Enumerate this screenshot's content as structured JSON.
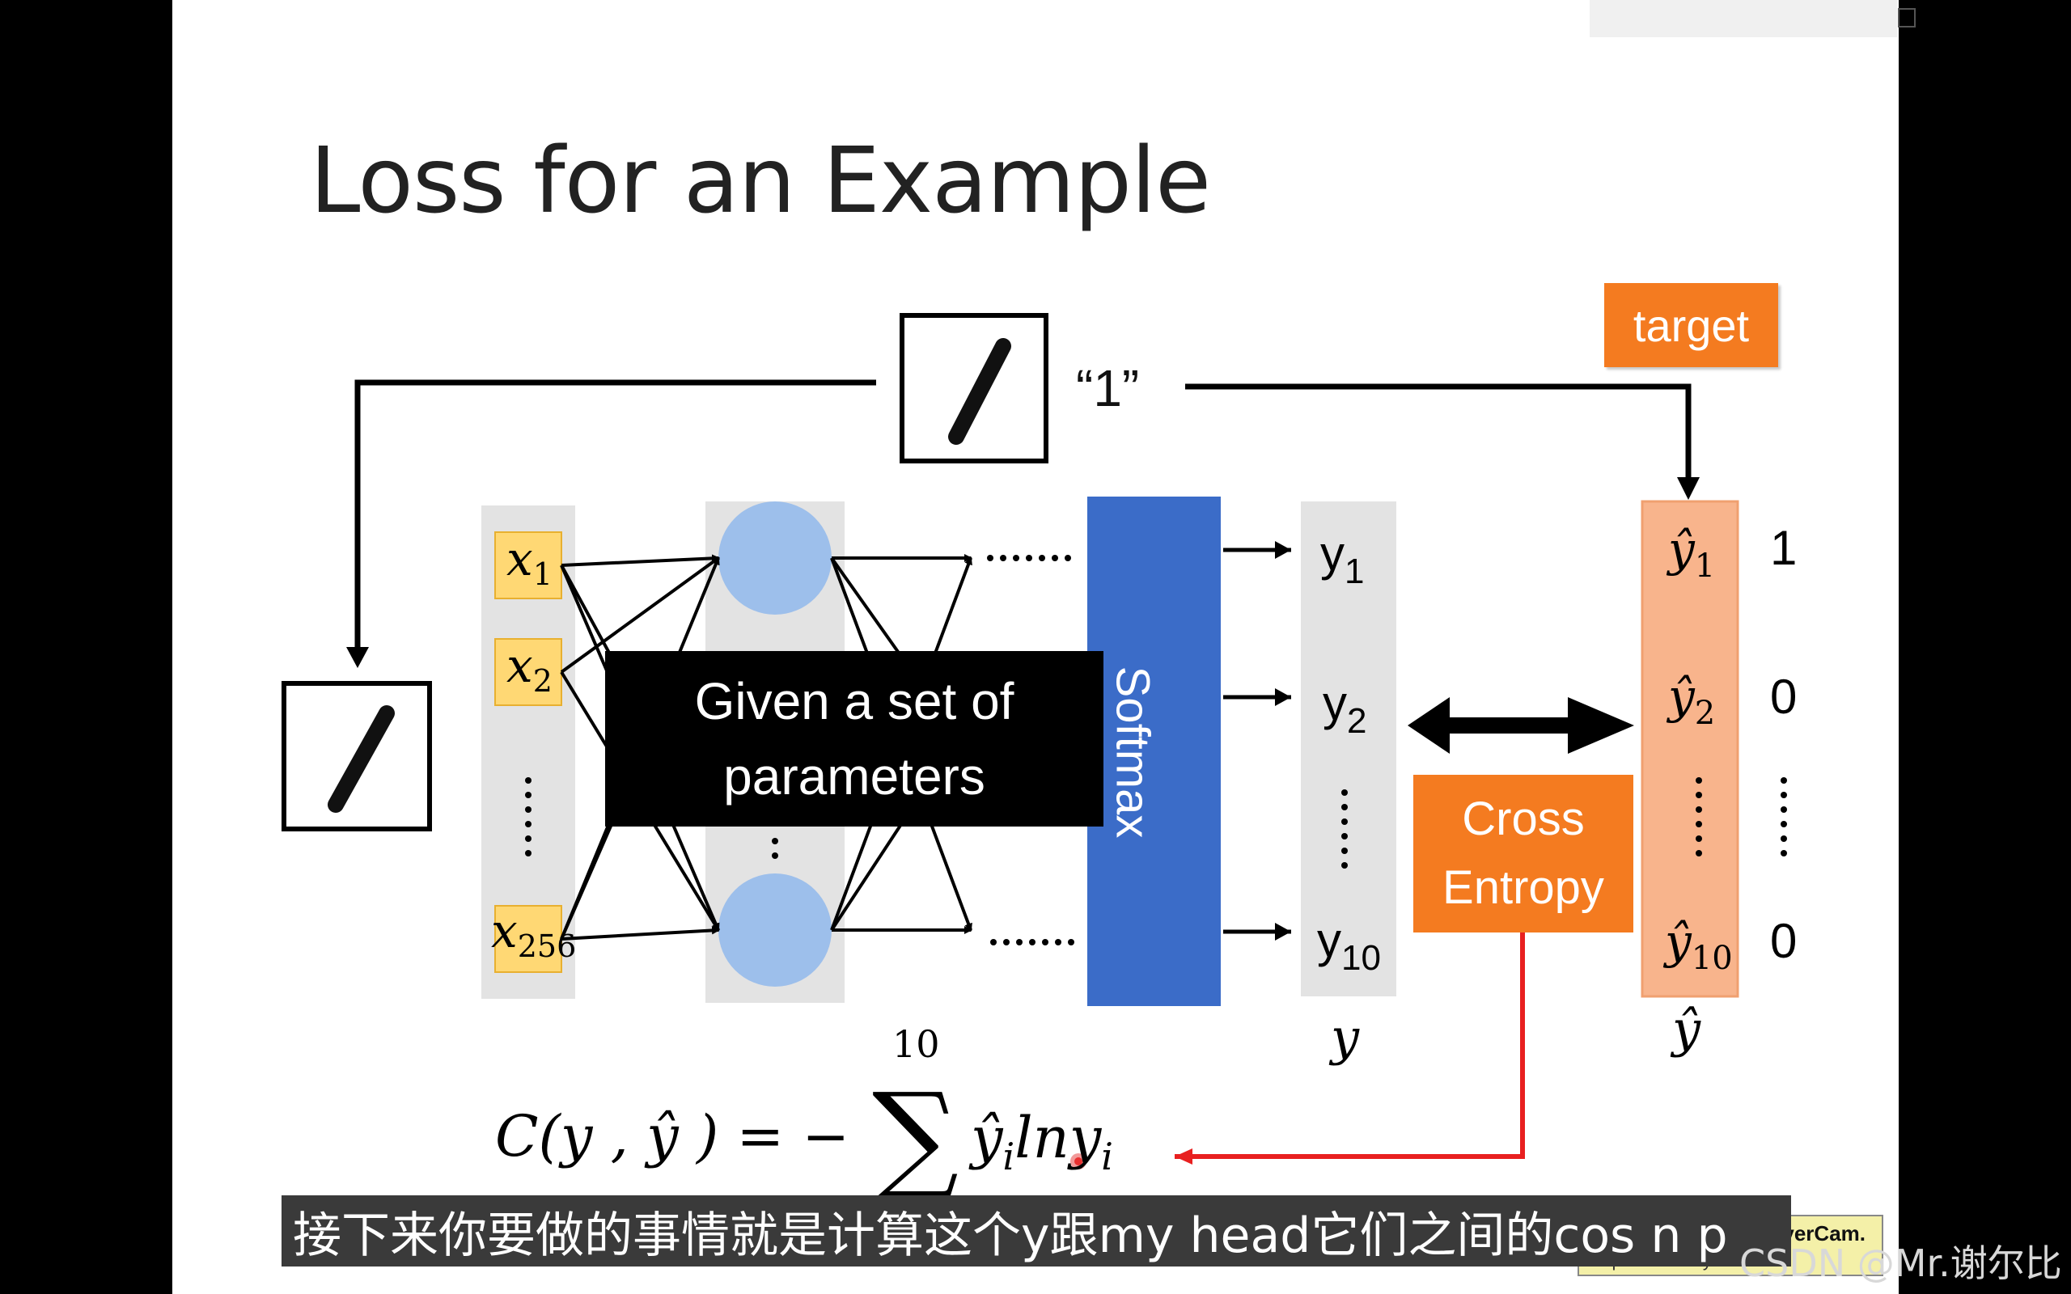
{
  "slide": {
    "title": "Loss for an Example",
    "quote_label": "“1”",
    "target_label": "target",
    "given_box": {
      "line1": "Given a set of",
      "line2": "parameters"
    },
    "softmax_label": "Softmax",
    "cross_entropy": {
      "line1": "Cross",
      "line2": "Entropy"
    },
    "inputs": [
      {
        "base": "x",
        "sub": "1"
      },
      {
        "base": "x",
        "sub": "2"
      },
      {
        "base": "x",
        "sub": "256"
      }
    ],
    "outputs": [
      {
        "base": "y",
        "sub": "1"
      },
      {
        "base": "y",
        "sub": "2"
      },
      {
        "base": "y",
        "sub": "10"
      }
    ],
    "output_vector_label": "y",
    "targets": [
      {
        "base": "ŷ",
        "sub": "1",
        "value": "1"
      },
      {
        "base": "ŷ",
        "sub": "2",
        "value": "0"
      },
      {
        "base": "ŷ",
        "sub": "10",
        "value": "0"
      }
    ],
    "target_vector_label": "ŷ",
    "formula": {
      "lhs": "C(y , ŷ ) = −",
      "sum_symbol": "∑",
      "sum_upper": "10",
      "body": "ŷ",
      "body_sub": "i",
      "ln": "ln",
      "y": "y",
      "y_sub": "i"
    }
  },
  "subtitle": "接下来你要做的事情就是计算这个y跟my head它们之间的cos n p",
  "watermark": {
    "line1": "EverCam.",
    "line2": "http://www.c...y.com"
  },
  "csdn_mark": "CSDN @Mr.谢尔比",
  "colors": {
    "orange": "#f47b20",
    "softmax_blue": "#3b6cc8",
    "target_col": "#f8b48c",
    "neuron": "#9dbfeb",
    "arrow_red": "#e82020"
  }
}
